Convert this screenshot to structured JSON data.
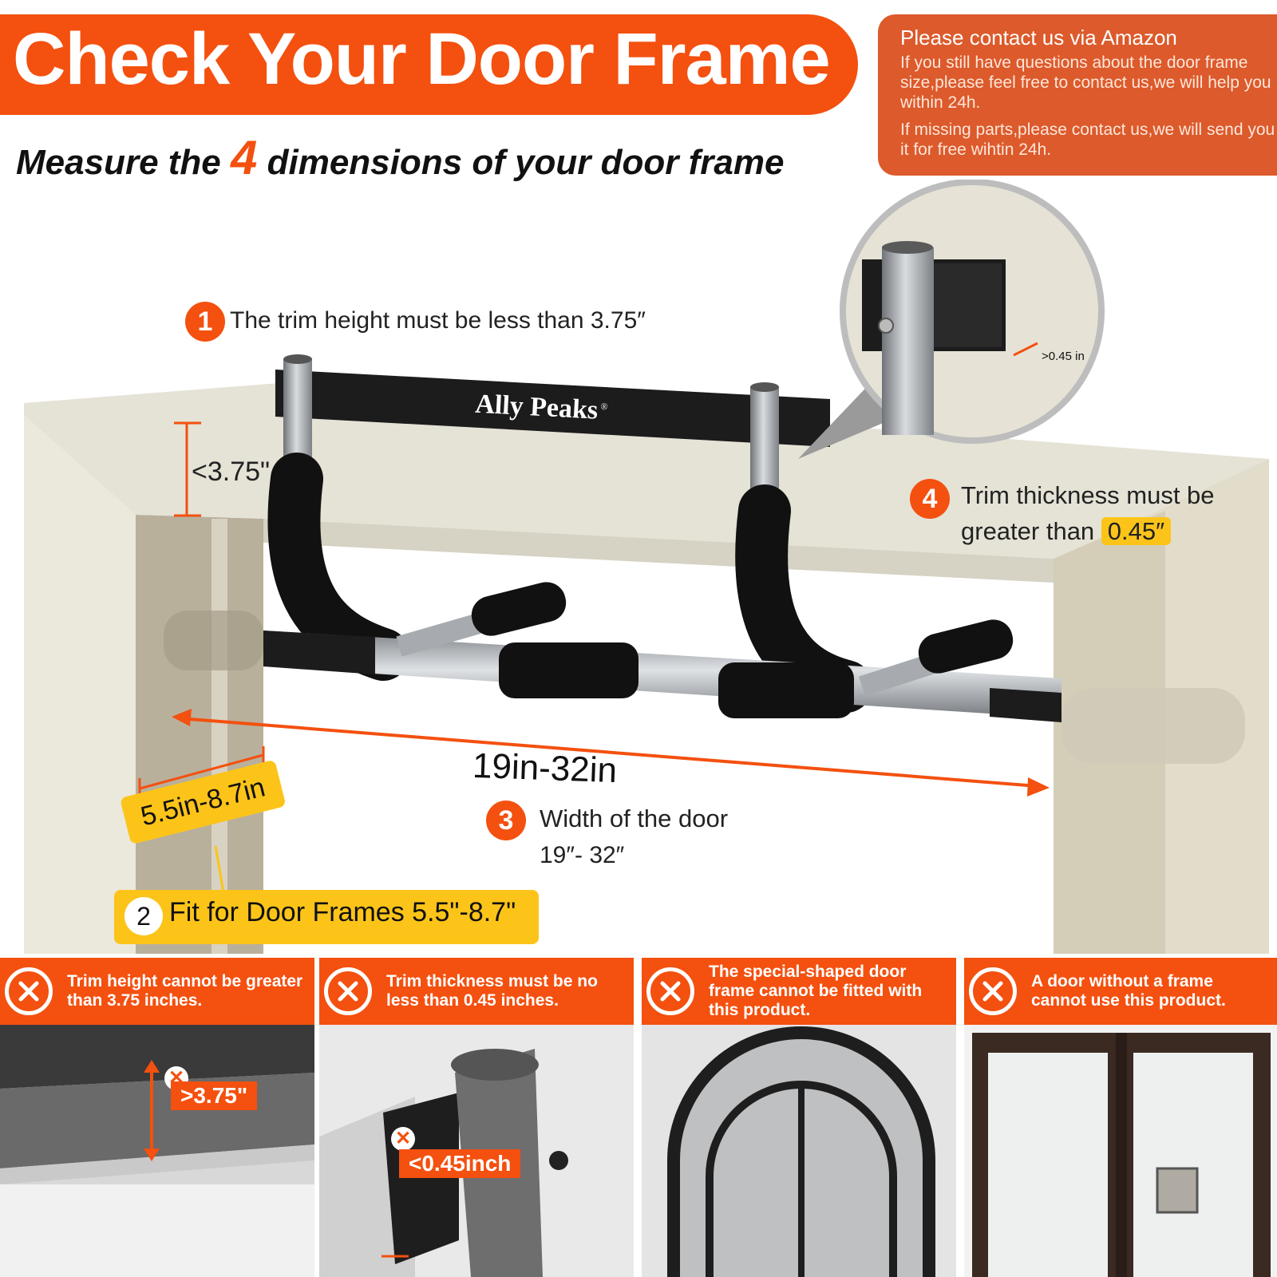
{
  "header": {
    "title": "Check Your Door Frame",
    "subtitle_pre": "Measure the",
    "subtitle_num": "4",
    "subtitle_post": "dimensions of  your door frame"
  },
  "contact": {
    "title": "Please contact us via Amazon",
    "p1": "If you still have questions about the door frame size,please feel free to contact us,we will help you within 24h.",
    "p2": "If missing parts,please contact us,we will send you it for free wihtin 24h."
  },
  "product": {
    "brand": "Ally Peaks",
    "registered": "®",
    "zoom_label": ">0.45 in"
  },
  "callouts": {
    "c1": {
      "num": "1",
      "text": "The trim height must be less than 3.75″"
    },
    "c2": {
      "num": "2",
      "text": "Fit for Door Frames 5.5\"-8.7\""
    },
    "c3": {
      "num": "3",
      "line1": "Width of the door",
      "line2": "19″- 32″"
    },
    "c4": {
      "num": "4",
      "line1": "Trim thickness must be",
      "line2_pre": "greater than",
      "line2_hl": "0.45″"
    }
  },
  "measurements": {
    "trim_height": "<3.75\"",
    "door_width": "19in-32in",
    "frame_depth": "5.5in-8.7in"
  },
  "panels": [
    {
      "text": "Trim height cannot be greater than 3.75 inches.",
      "tag": ">3.75\""
    },
    {
      "text": "Trim thickness must be no less than 0.45 inches.",
      "tag": "<0.45inch"
    },
    {
      "text": "The special-shaped door frame cannot be fitted with this product."
    },
    {
      "text": "A door without a frame cannot use this product."
    }
  ],
  "colors": {
    "accent": "#f4500f",
    "highlight": "#fcc419",
    "contact_bg": "#dc5a2b"
  },
  "icons": [
    "x-icon",
    "arrow-icon"
  ]
}
